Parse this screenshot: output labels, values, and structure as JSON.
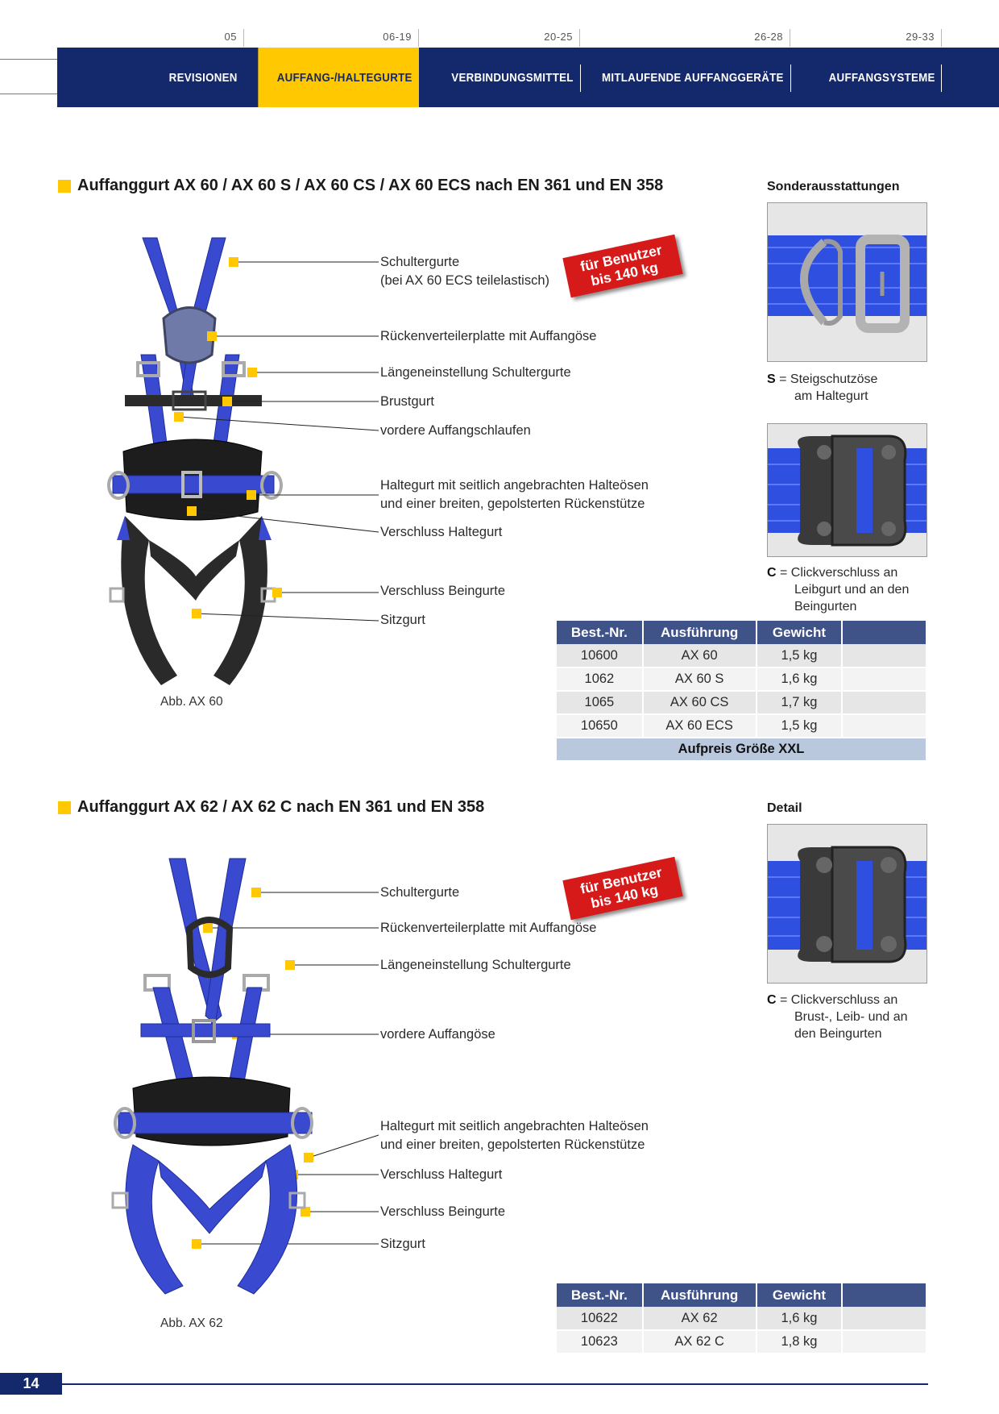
{
  "nav": {
    "page_ranges": [
      "05",
      "06-19",
      "20-25",
      "26-28",
      "29-33"
    ],
    "tabs": [
      "REVISIONEN",
      "AUFFANG-/HALTEGURTE",
      "VERBINDUNGSMITTEL",
      "MITLAUFENDE AUFFANGGERÄTE",
      "AUFFANGSYSTEME"
    ],
    "active_tab": "AUFFANG-/HALTEGURTE"
  },
  "colors": {
    "navy": "#14296b",
    "yellow": "#ffc800",
    "table_header": "#3f5388",
    "badge_red": "#d61a1a",
    "strap_blue": "#3a4ad0"
  },
  "section1": {
    "title": "Auffanggurt AX 60 / AX 60 S / AX 60 CS / AX 60 ECS nach EN 361 und EN 358",
    "side_title": "Sonderausstattungen",
    "caption": "Abb. AX 60",
    "badge": [
      "für Benutzer",
      "bis 140 kg"
    ],
    "callouts": [
      {
        "text": "Schultergurte"
      },
      {
        "text": "(bei AX 60 ECS teilelastisch)"
      },
      {
        "text": "Rückenverteilerplatte mit Auffangöse"
      },
      {
        "text": "Längeneinstellung Schultergurte"
      },
      {
        "text": "Brustgurt"
      },
      {
        "text": "vordere Auffangschlaufen"
      },
      {
        "text": "Haltegurt mit seitlich angebrachten Halteösen"
      },
      {
        "text": "und einer breiten, gepolsterten Rückenstütze"
      },
      {
        "text": "Verschluss Haltegurt"
      },
      {
        "text": "Verschluss Beingurte"
      },
      {
        "text": "Sitzgurt"
      }
    ],
    "note_s": {
      "key": "S",
      "line1": " = Steigschutzöse",
      "line2": "am Haltegurt"
    },
    "note_c": {
      "key": "C",
      "line1": " = Clickverschluss an",
      "line2": "Leibgurt und an den",
      "line3": "Beingurten"
    },
    "table": {
      "headers": [
        "Best.-Nr.",
        "Ausführung",
        "Gewicht",
        ""
      ],
      "rows": [
        [
          "10600",
          "AX 60",
          "1,5 kg",
          ""
        ],
        [
          "1062",
          "AX 60 S",
          "1,6 kg",
          ""
        ],
        [
          "1065",
          "AX 60 CS",
          "1,7 kg",
          ""
        ],
        [
          "10650",
          "AX 60 ECS",
          "1,5 kg",
          ""
        ]
      ],
      "extra_row": "Aufpreis Größe XXL"
    }
  },
  "section2": {
    "title": "Auffanggurt AX 62 / AX 62 C nach EN 361 und EN 358",
    "side_title": "Detail",
    "caption": "Abb. AX 62",
    "badge": [
      "für Benutzer",
      "bis 140 kg"
    ],
    "callouts": [
      {
        "text": "Schultergurte"
      },
      {
        "text": "Rückenverteilerplatte mit Auffangöse"
      },
      {
        "text": "Längeneinstellung Schultergurte"
      },
      {
        "text": "vordere Auffangöse"
      },
      {
        "text": "Haltegurt mit seitlich angebrachten Halteösen"
      },
      {
        "text": "und einer breiten, gepolsterten Rückenstütze"
      },
      {
        "text": "Verschluss Haltegurt"
      },
      {
        "text": "Verschluss Beingurte"
      },
      {
        "text": "Sitzgurt"
      }
    ],
    "note_c": {
      "key": "C",
      "line1": " = Clickverschluss an",
      "line2": "Brust-, Leib- und an",
      "line3": "den Beingurten"
    },
    "table": {
      "headers": [
        "Best.-Nr.",
        "Ausführung",
        "Gewicht",
        ""
      ],
      "rows": [
        [
          "10622",
          "AX 62",
          "1,6 kg",
          ""
        ],
        [
          "10623",
          "AX 62 C",
          "1,8 kg",
          ""
        ]
      ]
    }
  },
  "footer": {
    "page_number": "14"
  }
}
